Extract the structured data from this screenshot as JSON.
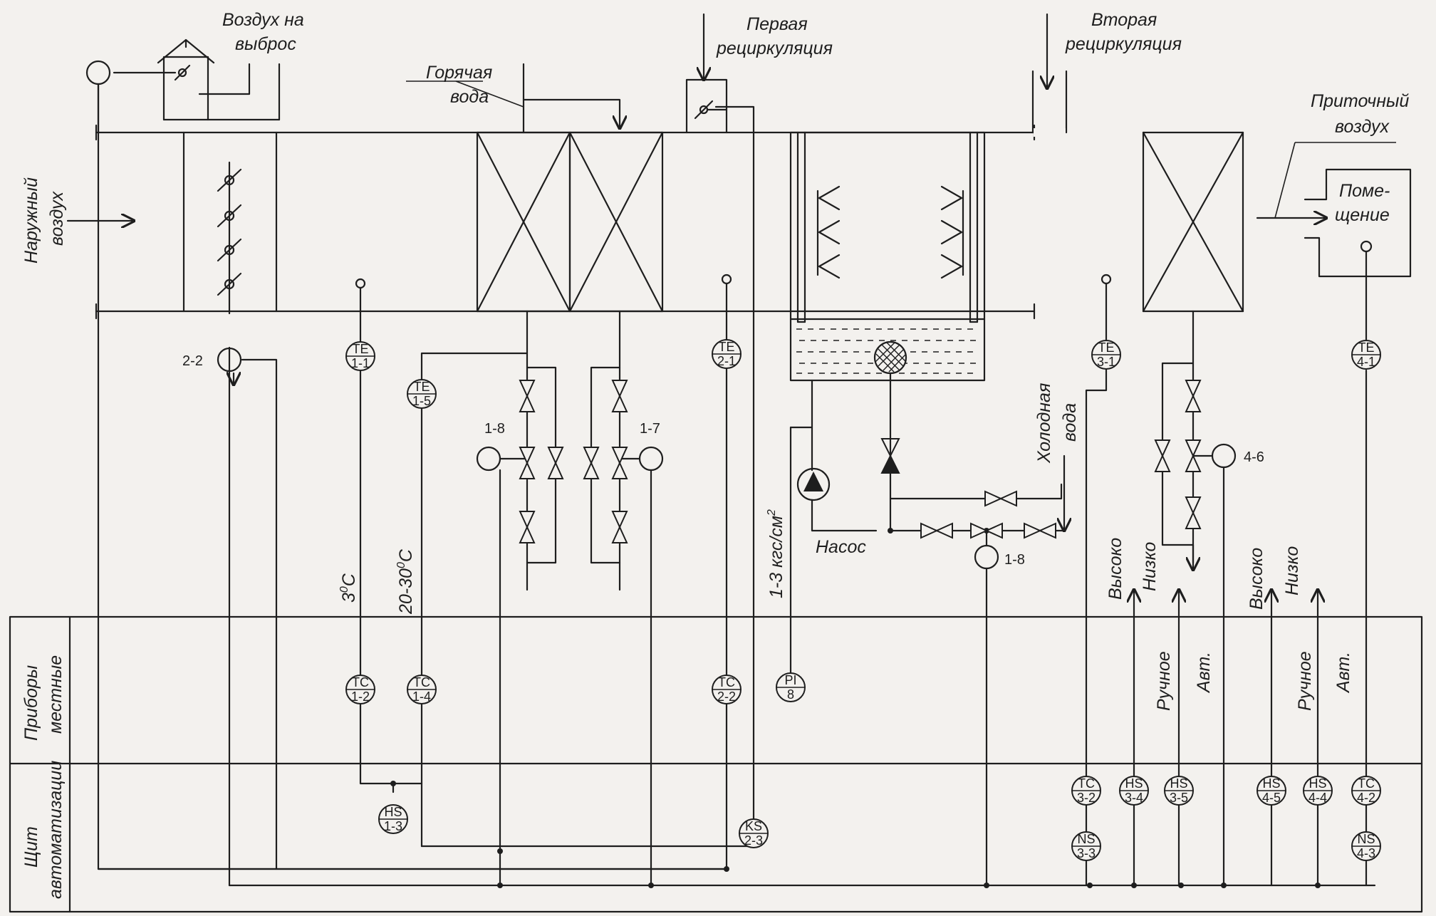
{
  "labels": {
    "exhaust_1": "Воздух на",
    "exhaust_2": "выброс",
    "outdoor_1": "Наружный",
    "outdoor_2": "воздух",
    "hot_1": "Горячая",
    "hot_2": "вода",
    "recirc1_1": "Первая",
    "recirc1_2": "рециркуляция",
    "recirc2_1": "Вторая",
    "recirc2_2": "рециркуляция",
    "supply_1": "Приточный",
    "supply_2": "воздух",
    "room_1": "Поме-",
    "room_2": "щение",
    "cold_1": "Холодная",
    "cold_2": "вода",
    "pump": "Насос",
    "pressure": "1-3 кгс/см",
    "pressure_sup": "2",
    "temp3": "3",
    "temp3_sup": "0",
    "temp3_unit": "C",
    "temp2030": "20-30",
    "temp2030_sup": "0",
    "temp2030_unit": "C",
    "panel_local_1": "Приборы",
    "panel_local_2": "местные",
    "panel_shield_1": "Щит",
    "panel_shield_2": "автоматизации",
    "high_a": "Высоко",
    "low_a": "Низко",
    "manual_a": "Ручное",
    "auto_a": "Авт.",
    "high_b": "Высоко",
    "low_b": "Низко",
    "manual_b": "Ручное",
    "auto_b": "Авт."
  },
  "devices": {
    "d22": "2-2",
    "d18a": "1-8",
    "d17": "1-7",
    "d18b": "1-8",
    "d46": "4-6"
  },
  "instruments": {
    "te11": {
      "code": "TE",
      "num": "1-1"
    },
    "te15": {
      "code": "TE",
      "num": "1-5"
    },
    "te21": {
      "code": "TE",
      "num": "2-1"
    },
    "te31": {
      "code": "TE",
      "num": "3-1"
    },
    "te41": {
      "code": "TE",
      "num": "4-1"
    },
    "tc12": {
      "code": "TC",
      "num": "1-2"
    },
    "tc14": {
      "code": "TC",
      "num": "1-4"
    },
    "tc22": {
      "code": "TC",
      "num": "2-2"
    },
    "pi8": {
      "code": "PI",
      "num": "8"
    },
    "hs13": {
      "code": "HS",
      "num": "1-3"
    },
    "ks23": {
      "code": "KS",
      "num": "2-3"
    },
    "tc32": {
      "code": "TC",
      "num": "3-2"
    },
    "hs34": {
      "code": "HS",
      "num": "3-4"
    },
    "hs35": {
      "code": "HS",
      "num": "3-5"
    },
    "ns33": {
      "code": "NS",
      "num": "3-3"
    },
    "hs45": {
      "code": "HS",
      "num": "4-5"
    },
    "hs44": {
      "code": "HS",
      "num": "4-4"
    },
    "tc42": {
      "code": "TC",
      "num": "4-2"
    },
    "ns43": {
      "code": "NS",
      "num": "4-3"
    }
  }
}
